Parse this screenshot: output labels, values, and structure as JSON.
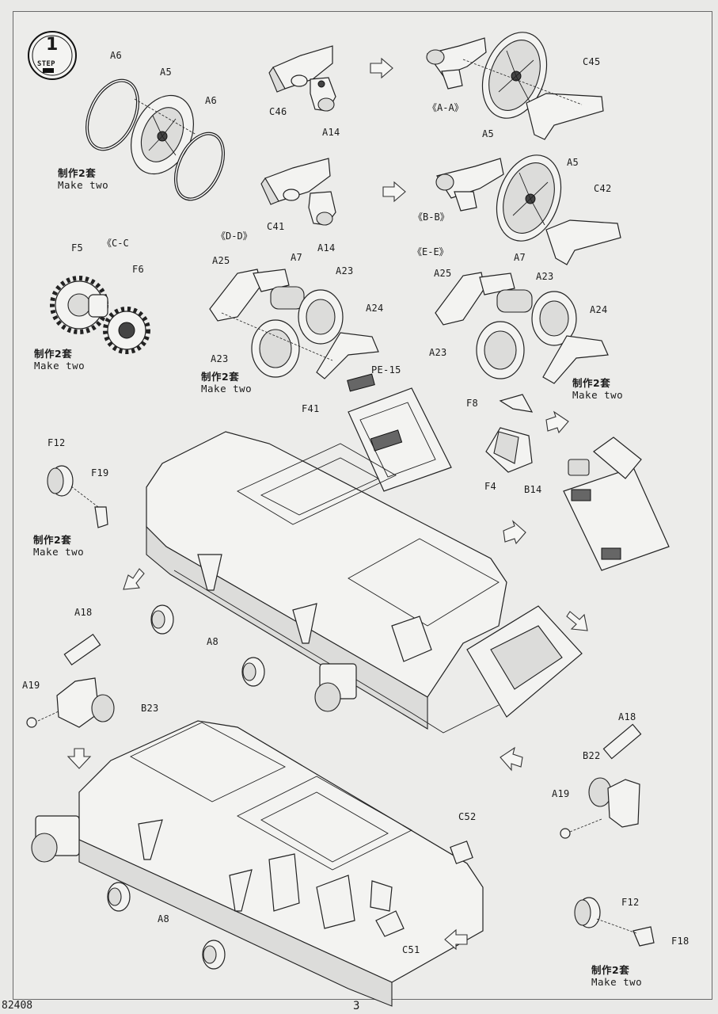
{
  "step": {
    "number": "1",
    "label": "STEP"
  },
  "views": {
    "aa": "《A-A》",
    "bb": "《B-B》",
    "cc": "《C-C",
    "dd": "《D-D》",
    "ee": "《E-E》"
  },
  "parts": {
    "a6_left": "A6",
    "a5_top": "A5",
    "a6_right": "A6",
    "c46": "C46",
    "a14_top": "A14",
    "c45": "C45",
    "a5_aa": "A5",
    "c41": "C41",
    "a14_mid": "A14",
    "a5_bb": "A5",
    "c42": "C42",
    "f5": "F5",
    "f6": "F6",
    "a25_left": "A25",
    "a7_left": "A7",
    "a23_left_top": "A23",
    "a24_left": "A24",
    "a23_left_bot": "A23",
    "a25_right": "A25",
    "a7_right": "A7",
    "a23_right_top": "A23",
    "a24_right": "A24",
    "a23_right_bot": "A23",
    "pe15": "PE-15",
    "f41": "F41",
    "f8": "F8",
    "f4": "F4",
    "b14": "B14",
    "f12_left": "F12",
    "f19": "F19",
    "a8_upper": "A8",
    "a18_left": "A18",
    "a19_left": "A19",
    "b23": "B23",
    "a18_right": "A18",
    "b22": "B22",
    "a19_right": "A19",
    "c52": "C52",
    "a8_lower": "A8",
    "c51": "C51",
    "f12_right": "F12",
    "f18": "F18"
  },
  "notes": {
    "zh": "制作2套",
    "en": "Make two"
  },
  "footer": {
    "code": "82408",
    "page": "3"
  }
}
